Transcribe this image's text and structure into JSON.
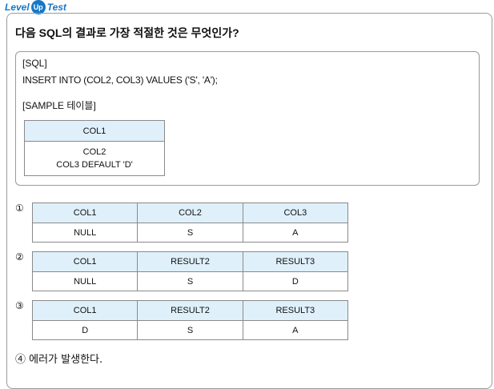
{
  "logo": {
    "level": "Level",
    "up": "Up",
    "test": "Test"
  },
  "question": "다음 SQL의 결과로 가장 적절한 것은 무엇인가?",
  "sql_heading": "[SQL]",
  "sql_code": "INSERT INTO (COL2, COL3) VALUES ('S', 'A');",
  "sample_heading": "[SAMPLE 테이블]",
  "sample_table": {
    "header": "COL1",
    "line1": "COL2",
    "line2": "COL3 DEFAULT 'D'"
  },
  "options": [
    {
      "marker": "①",
      "headers": [
        "COL1",
        "COL2",
        "COL3"
      ],
      "values": [
        "NULL",
        "S",
        "A"
      ]
    },
    {
      "marker": "②",
      "headers": [
        "COL1",
        "RESULT2",
        "RESULT3"
      ],
      "values": [
        "NULL",
        "S",
        "D"
      ]
    },
    {
      "marker": "③",
      "headers": [
        "COL1",
        "RESULT2",
        "RESULT3"
      ],
      "values": [
        "D",
        "S",
        "A"
      ]
    }
  ],
  "option4": "④ 에러가 발생한다.",
  "colors": {
    "brand": "#1677c8",
    "table_header_bg": "#dff0fb",
    "border": "#9a9a9a"
  }
}
